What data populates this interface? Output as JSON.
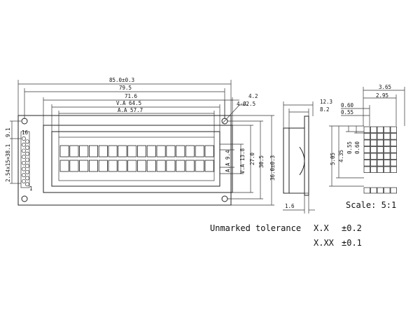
{
  "dims": {
    "overall_width": "85.0±0.3",
    "hole_pitch": "79.5",
    "bezel_width": "71.6",
    "view_area": "V.A 64.5",
    "active_area": "A.A 57.7",
    "hole_offset": "4.2",
    "hole_dia": "4-Ø2.5",
    "pin_count": "16",
    "pin_first": "1",
    "pin_pitch": "2.54x15=38.1",
    "pin_offset": "9.1",
    "aa_height": "A.A 9.4",
    "va_height": "V.A 13.8",
    "bezel_height": "27.0",
    "hole_pitch_v": "30.5",
    "overall_height": "36.0±0.3",
    "side_depth": "12.3",
    "side_body": "8.2",
    "side_pcb": "1.6",
    "char_width": "3.65",
    "char_dots_w": "2.95",
    "dot_pitch": "0.60",
    "dot_size": "0.55",
    "char_height": "5.05",
    "char_dots_h": "4.35",
    "dot_size_v": "0.55",
    "dot_pitch_v": "0.60"
  },
  "scale": "Scale: 5:1",
  "tolerance": {
    "label": "Unmarked tolerance",
    "row1_fmt": "X.X",
    "row1_tol": "±0.2",
    "row2_fmt": "X.XX",
    "row2_tol": "±0.1"
  },
  "display": {
    "rows": 2,
    "cols": 16
  },
  "char_matrix": {
    "rows": 8,
    "cols": 5
  }
}
